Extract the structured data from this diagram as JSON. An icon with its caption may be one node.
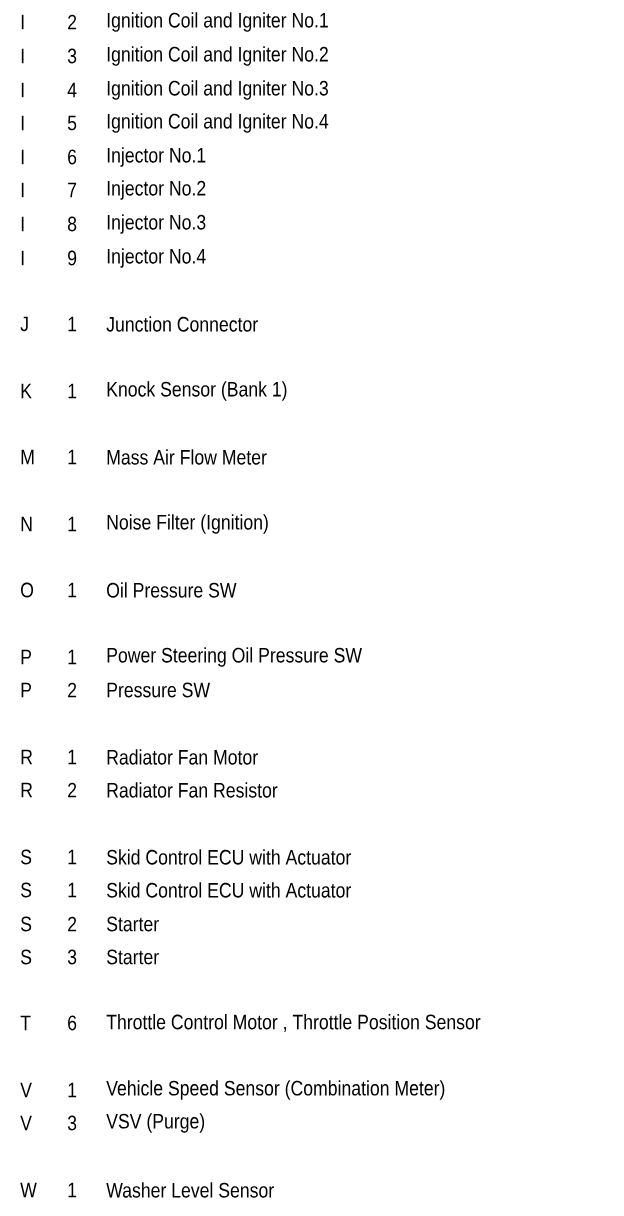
{
  "diagram": {
    "labels": [
      "I",
      "2",
      "Ignition Coil and Igniter No.1",
      "I",
      "3",
      "Ignition Coil and Igniter No.2",
      "I",
      "4",
      "Ignition Coil and Igniter No.3",
      "I",
      "5",
      "Ignition Coil and Igniter No.4",
      "I",
      "6",
      "Injector No.1",
      "I",
      "7",
      "Injector No.2",
      "I",
      "8",
      "Injector No.3",
      "I",
      "9",
      "Injector No.4",
      "J",
      "1",
      "Junction Connector",
      "K",
      "1",
      "Knock Sensor (Bank 1)",
      "M",
      "1",
      "Mass Air Flow Meter",
      "N",
      "1",
      "Noise Filter (Ignition)",
      "O",
      "1",
      "Oil Pressure SW",
      "P",
      "1",
      "Power Steering Oil Pressure SW",
      "P",
      "2",
      "Pressure SW",
      "R",
      "1",
      "Radiator Fan Motor",
      "R",
      "2",
      "Radiator Fan Resistor",
      "S",
      "1",
      "Skid Control ECU with Actuator",
      "S",
      "1",
      "Skid Control ECU with Actuator",
      "S",
      "2",
      "Starter",
      "S",
      "3",
      "Starter",
      "T",
      "6",
      "Throttle Control Motor , Throttle Position Sensor",
      "V",
      "1",
      "Vehicle Speed Sensor (Combination Meter)",
      "V",
      "3",
      "VSV (Purge)",
      "W",
      "1",
      "Washer Level Sensor"
    ]
  }
}
